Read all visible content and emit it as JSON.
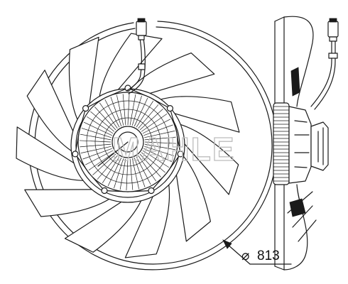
{
  "drawing": {
    "watermark_text": "MAHLE",
    "dimension": {
      "symbol": "⌀",
      "value": "813"
    }
  },
  "views": {
    "front": {
      "blade_count": 11
    },
    "side": {}
  },
  "colors": {
    "line": "#1a1a1a",
    "watermark": "#bdbdbd",
    "background": "#ffffff"
  }
}
